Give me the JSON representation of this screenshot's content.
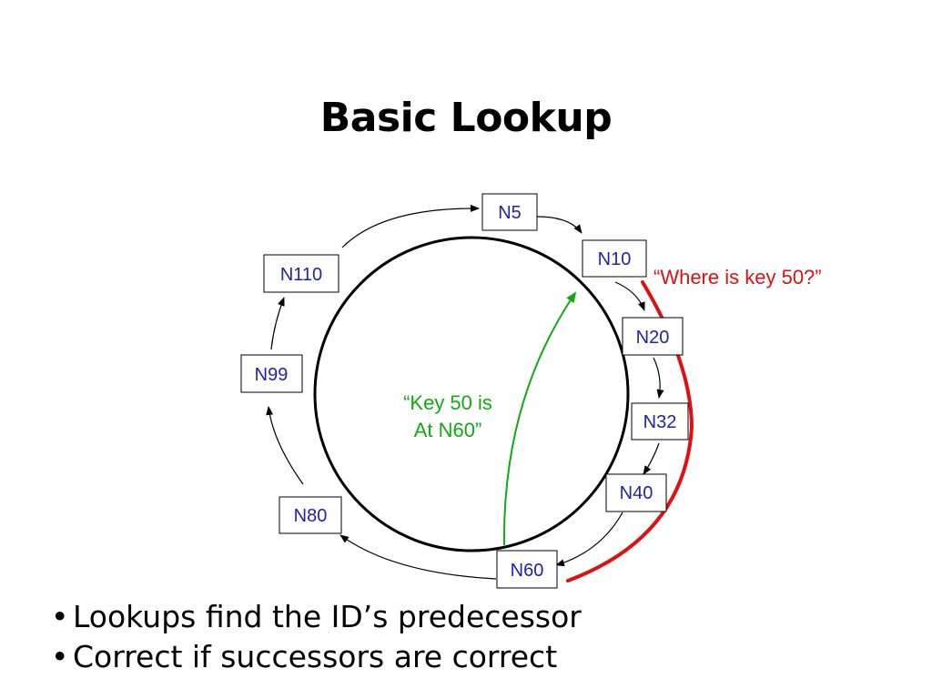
{
  "slide": {
    "title": "Basic Lookup"
  },
  "diagram": {
    "nodes": [
      "N5",
      "N10",
      "N20",
      "N32",
      "N40",
      "N60",
      "N80",
      "N99",
      "N110"
    ],
    "query_label": "“Where is key 50?”",
    "answer_label": [
      "“Key 50 is",
      "At N60”"
    ],
    "colors": {
      "node_text": "#2222aa",
      "query": "#dd1111",
      "answer": "#11aa11",
      "ring": "#000000"
    }
  },
  "bullets": [
    "Lookups find the ID’s predecessor",
    "Correct if successors are correct"
  ]
}
